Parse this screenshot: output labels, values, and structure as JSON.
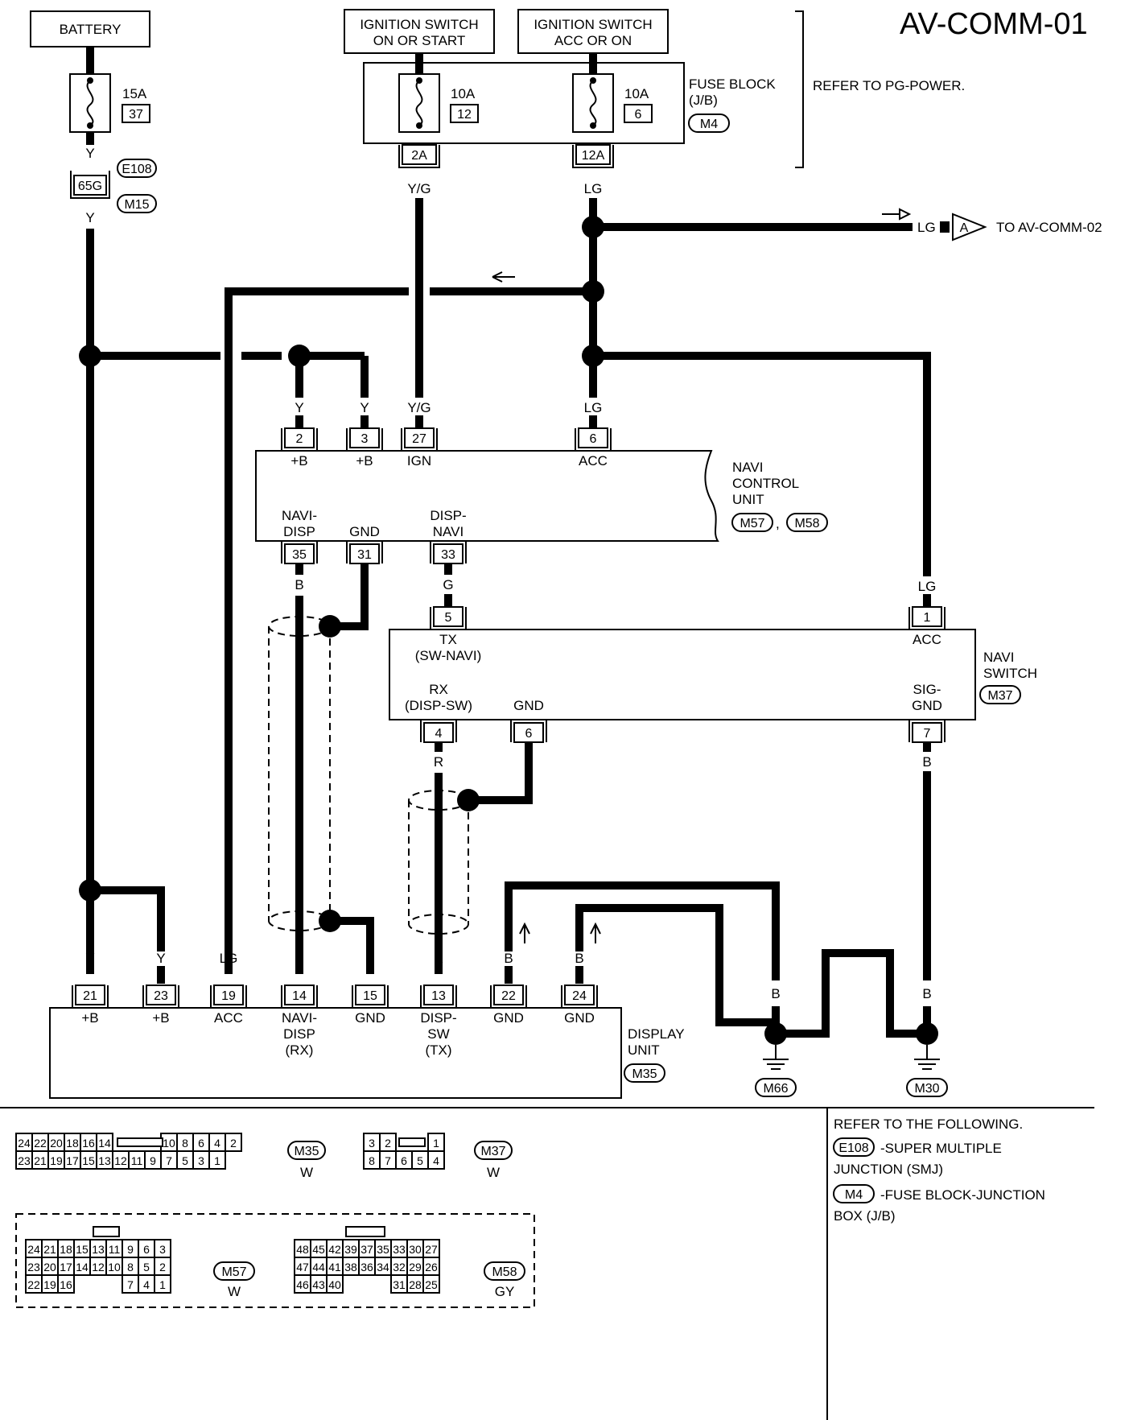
{
  "page_code": "AV-COMM-01",
  "refer_note": "REFER TO PG-POWER.",
  "sources": {
    "battery": "BATTERY",
    "ign_line1": "IGNITION SWITCH",
    "ign_line2": "ON OR START",
    "acc_line1": "IGNITION SWITCH",
    "acc_line2": "ACC OR ON"
  },
  "fuses": {
    "battery_amp": "15A",
    "battery_no": "37",
    "ign_amp": "10A",
    "ign_no": "12",
    "acc_amp": "10A",
    "acc_no": "6"
  },
  "fuse_block": {
    "line1": "FUSE BLOCK",
    "line2": "(J/B)",
    "connector": "M4",
    "pin_ign": "2A",
    "pin_acc": "12A"
  },
  "smj": {
    "connector1": "E108",
    "connector2": "M15",
    "pin": "65G"
  },
  "wire_colors": {
    "y": "Y",
    "yg": "Y/G",
    "lg": "LG",
    "b": "B",
    "g": "G",
    "r": "R"
  },
  "link": {
    "color": "LG",
    "letter": "A",
    "text": "TO AV-COMM-02"
  },
  "navi_control_unit": {
    "line1": "NAVI",
    "line2": "CONTROL",
    "line3": "UNIT",
    "conn1": "M57",
    "conn2": "M58",
    "comma": ",",
    "pins": {
      "p2": "2",
      "p3": "3",
      "p27": "27",
      "p6": "6",
      "p35": "35",
      "p31": "31",
      "p33": "33"
    },
    "labels": {
      "b1": "+B",
      "b2": "+B",
      "ign": "IGN",
      "acc": "ACC",
      "navi_disp_1": "NAVI-",
      "navi_disp_2": "DISP",
      "gnd": "GND",
      "disp_navi_1": "DISP-",
      "disp_navi_2": "NAVI"
    }
  },
  "navi_switch": {
    "line1": "NAVI",
    "line2": "SWITCH",
    "conn": "M37",
    "pins": {
      "p5": "5",
      "p1": "1",
      "p4": "4",
      "p6": "6",
      "p7": "7"
    },
    "labels": {
      "tx1": "TX",
      "tx2": "(SW-NAVI)",
      "acc": "ACC",
      "rx1": "RX",
      "rx2": "(DISP-SW)",
      "gnd": "GND",
      "sig1": "SIG-",
      "sig2": "GND"
    }
  },
  "display_unit": {
    "line1": "DISPLAY",
    "line2": "UNIT",
    "conn": "M35",
    "pins": {
      "p21": "21",
      "p23": "23",
      "p19": "19",
      "p14": "14",
      "p15": "15",
      "p13": "13",
      "p22": "22",
      "p24": "24"
    },
    "labels": {
      "b1": "+B",
      "b2": "+B",
      "acc": "ACC",
      "nd1": "NAVI-",
      "nd2": "DISP",
      "nd3": "(RX)",
      "gnd": "GND",
      "ds1": "DISP-",
      "ds2": "SW",
      "ds3": "(TX)",
      "gnd2": "GND",
      "gnd3": "GND"
    }
  },
  "grounds": {
    "g1": "M66",
    "g2": "M30"
  },
  "connector_faces": {
    "m35": {
      "id": "M35",
      "color": "W",
      "top": [
        "24",
        "22",
        "20",
        "18",
        "16",
        "14",
        "10",
        "8",
        "6",
        "4",
        "2"
      ],
      "bottom": [
        "23",
        "21",
        "19",
        "17",
        "15",
        "13",
        "12",
        "11",
        "9",
        "7",
        "5",
        "3",
        "1"
      ]
    },
    "m37": {
      "id": "M37",
      "color": "W",
      "top": [
        "3",
        "2",
        "1"
      ],
      "bottom": [
        "8",
        "7",
        "6",
        "5",
        "4"
      ]
    },
    "m57": {
      "id": "M57",
      "color": "W",
      "row1": [
        "24",
        "21",
        "18",
        "15",
        "13",
        "11",
        "9",
        "6",
        "3"
      ],
      "row2": [
        "23",
        "20",
        "17",
        "14",
        "12",
        "10",
        "8",
        "5",
        "2"
      ],
      "row3": [
        "22",
        "19",
        "16",
        "7",
        "4",
        "1"
      ]
    },
    "m58": {
      "id": "M58",
      "color": "GY",
      "row1": [
        "48",
        "45",
        "42",
        "39",
        "37",
        "35",
        "33",
        "30",
        "27"
      ],
      "row2": [
        "47",
        "44",
        "41",
        "38",
        "36",
        "34",
        "32",
        "29",
        "26"
      ],
      "row3": [
        "46",
        "43",
        "40",
        "31",
        "28",
        "25"
      ]
    }
  },
  "references": {
    "heading": "REFER TO THE FOLLOWING.",
    "e108_conn": "E108",
    "e108_text1": "-SUPER MULTIPLE",
    "e108_text2": "JUNCTION (SMJ)",
    "m4_conn": "M4",
    "m4_text1": "-FUSE BLOCK-JUNCTION",
    "m4_text2": "BOX (J/B)"
  }
}
